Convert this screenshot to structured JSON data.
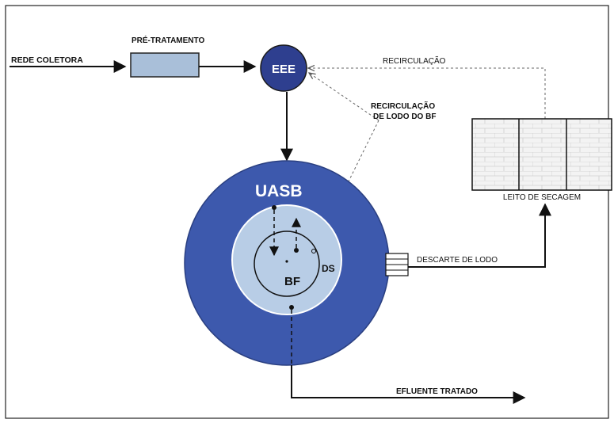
{
  "labels": {
    "pretreatment": "PRÉ-TRATAMENTO",
    "collection_network": "REDE COLETORA",
    "pump_station": "EEE",
    "recirculation": "RECIRCULAÇÃO",
    "bf_sludge_recirc_line1": "RECIRCULAÇÃO",
    "bf_sludge_recirc_line2": "DE LODO DO BF",
    "uasb": "UASB",
    "biofilter": "BF",
    "ds": "DS",
    "drying_bed": "LEITO DE SECAGEM",
    "sludge_discharge": "DESCARTE DE LODO",
    "treated_effluent": "EFLUENTE TRATADO"
  },
  "colors": {
    "uasb_outer": "#3d59ad",
    "uasb_inner": "#b8cde6",
    "pump_station": "#2e3f8f",
    "pretreatment_box": "#a9bfd9",
    "drying_bed": "#f3f3f3",
    "brick_lines": "#c9c9c9",
    "line": "#111111",
    "dashed_line": "#666666"
  }
}
